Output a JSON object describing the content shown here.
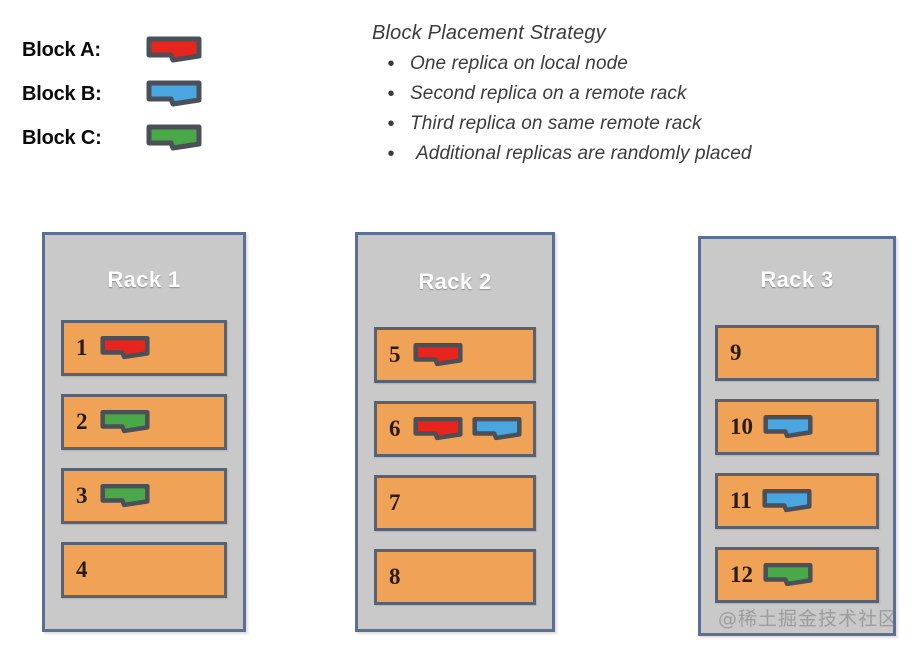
{
  "legend": {
    "items": [
      {
        "label": "Block A:",
        "block": "A",
        "color": "#e8251c",
        "icon": "block-shape-icon"
      },
      {
        "label": "Block B:",
        "block": "B",
        "color": "#4aa6e0",
        "icon": "block-shape-icon"
      },
      {
        "label": "Block C:",
        "block": "C",
        "color": "#49a949",
        "icon": "block-shape-icon"
      }
    ]
  },
  "strategy": {
    "title": "Block Placement Strategy",
    "bullet_glyph": "•",
    "items": [
      "One replica on local node",
      "Second replica on a remote rack",
      "Third replica on same remote rack",
      "Additional replicas are randomly placed"
    ]
  },
  "racks": [
    {
      "title": "Rack 1",
      "nodes": [
        {
          "number": "1",
          "blocks": [
            "A"
          ]
        },
        {
          "number": "2",
          "blocks": [
            "C"
          ]
        },
        {
          "number": "3",
          "blocks": [
            "C"
          ]
        },
        {
          "number": "4",
          "blocks": []
        }
      ]
    },
    {
      "title": "Rack 2",
      "nodes": [
        {
          "number": "5",
          "blocks": [
            "A"
          ]
        },
        {
          "number": "6",
          "blocks": [
            "A",
            "B"
          ]
        },
        {
          "number": "7",
          "blocks": []
        },
        {
          "number": "8",
          "blocks": []
        }
      ]
    },
    {
      "title": "Rack 3",
      "nodes": [
        {
          "number": "9",
          "blocks": []
        },
        {
          "number": "10",
          "blocks": [
            "B"
          ]
        },
        {
          "number": "11",
          "blocks": [
            "B"
          ]
        },
        {
          "number": "12",
          "blocks": [
            "C"
          ]
        }
      ]
    }
  ],
  "block_colors": {
    "A": "#e8251c",
    "B": "#4aa6e0",
    "C": "#49a949"
  },
  "colors": {
    "rack_fill": "#c9c9c9",
    "rack_border": "#5b6e94",
    "node_fill": "#f0a356",
    "node_border": "#596273",
    "block_outline": "#4a4f58",
    "rack_title_text": "#ffffff",
    "node_number_text": "#2a1d10",
    "strategy_text": "#3b3b3b",
    "legend_text": "#0a0a0a"
  },
  "watermark": {
    "text": "@稀土掘金技术社区"
  }
}
